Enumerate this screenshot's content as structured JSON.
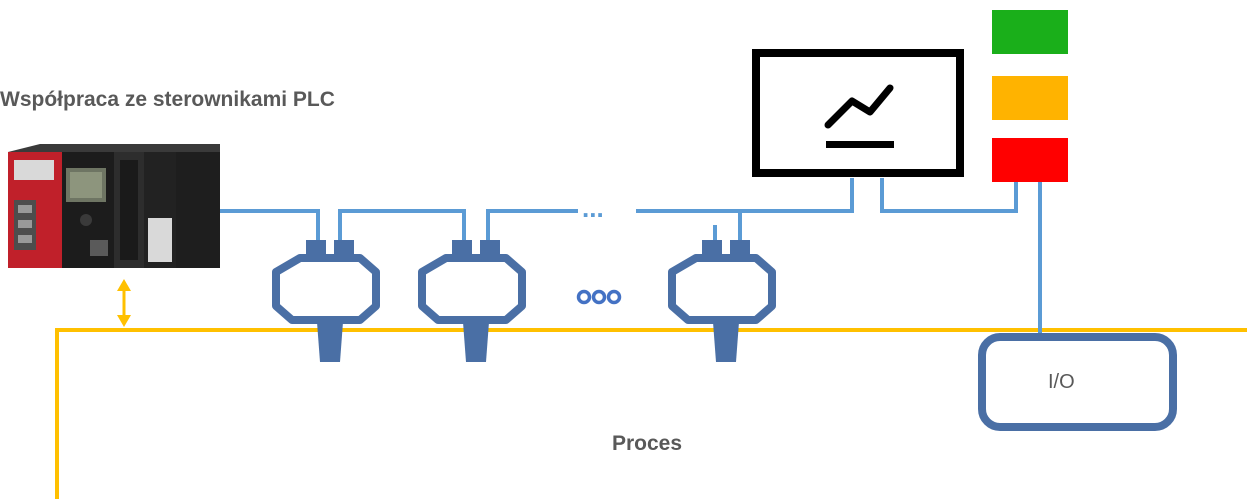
{
  "title": "Współpraca ze sterownikami PLC",
  "process_label": "Proces",
  "io_label": "I/O",
  "network_ellipsis": "...",
  "colors": {
    "network_link": "#5B9BD5",
    "device": "#4A6FA5",
    "process_boundary": "#FFC000",
    "status_green": "#1AAF1A",
    "status_yellow": "#FFB300",
    "status_red": "#FF0000",
    "monitor_frame": "#000000",
    "text": "#595959"
  },
  "icons": {
    "plc": "plc-controller-icon",
    "monitor": "hmi-monitor-trend-icon",
    "sensor": "sensor-transmitter-icon",
    "more": "ellipsis-circles-icon",
    "signal_light": "status-signal-light-icon"
  }
}
